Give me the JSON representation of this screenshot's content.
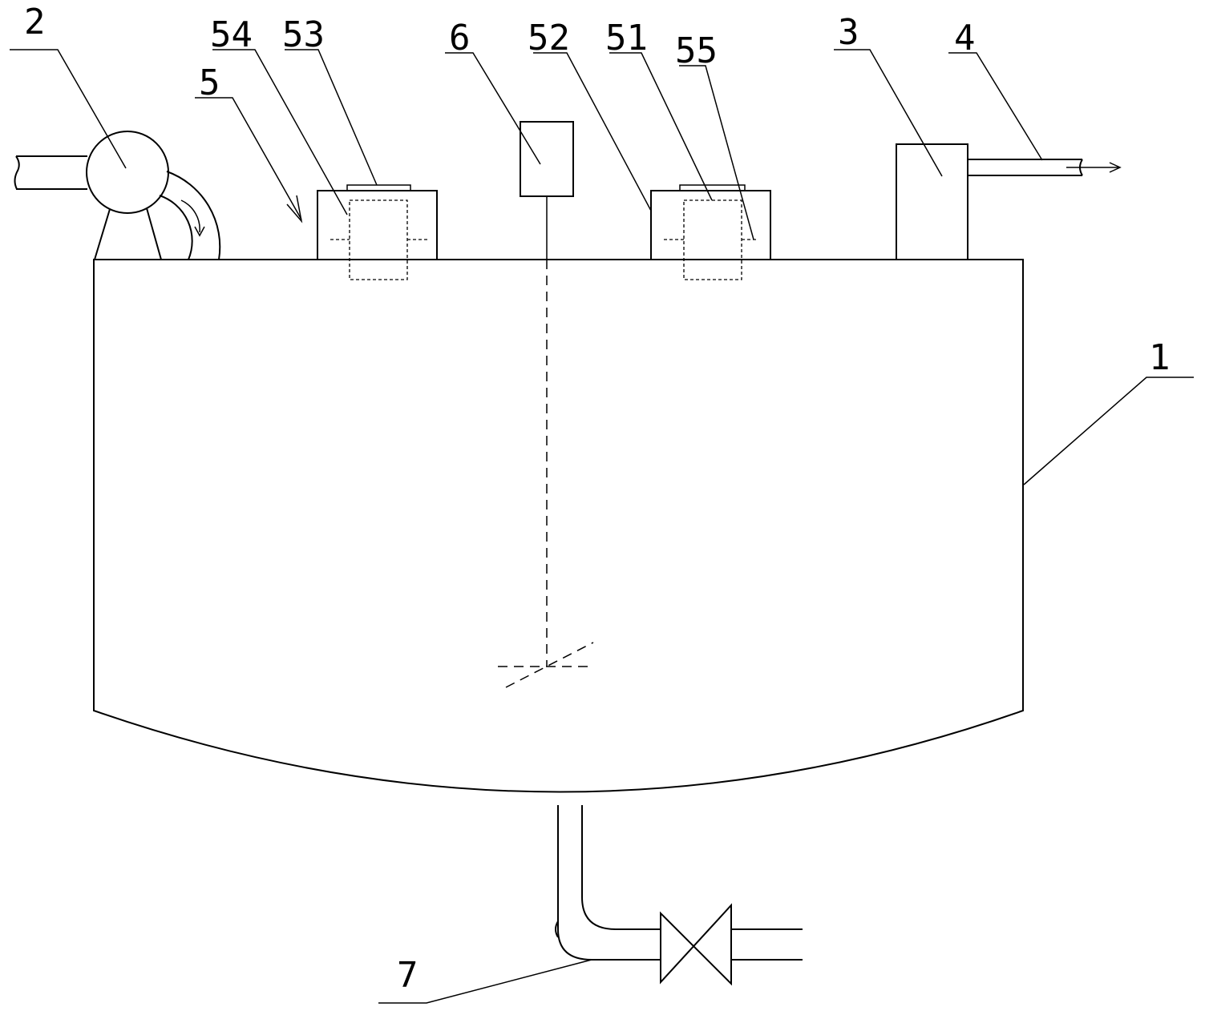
{
  "labels": {
    "tank": "1",
    "pump": "2",
    "outlet_unit": "3",
    "outlet_pipe": "4",
    "feed_assembly": "5",
    "part_51": "51",
    "part_52": "52",
    "part_53": "53",
    "part_54": "54",
    "part_55": "55",
    "agitator": "6",
    "drain": "7"
  }
}
